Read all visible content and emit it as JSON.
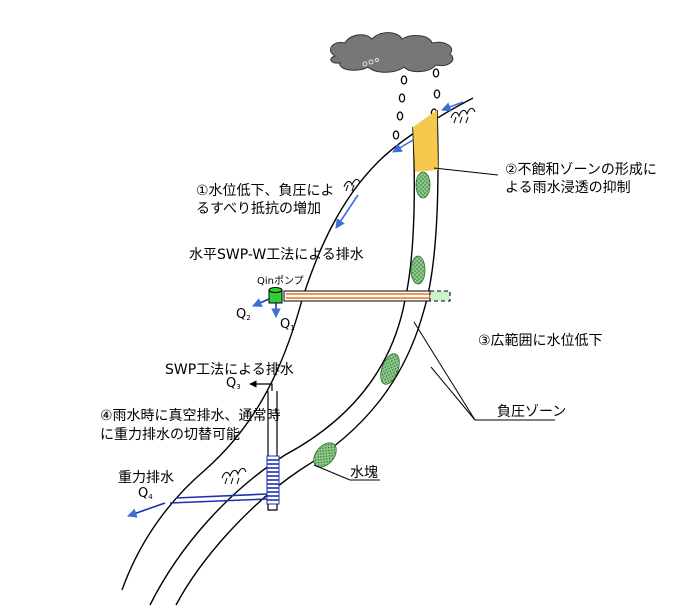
{
  "annotations": {
    "unsaturated_zone": [
      "②不飽和ゾーンの形成に",
      "よる雨水浸透の抑制"
    ],
    "slip_resistance": [
      "①水位低下、負圧によ",
      "るすべり抵抗の増加"
    ],
    "horizontal_swp": "水平SWP-W工法による排水",
    "pump": "Qinポンプ",
    "wide_drawdown": "③広範囲に水位低下",
    "swp_drain": "SWP工法による排水",
    "switching": [
      "④雨水時に真空排水、通常時",
      "に重力排水の切替可能"
    ],
    "gravity_drain": "重力排水",
    "negative_zone": "負圧ゾーン",
    "water_mass": "水塊"
  },
  "flows": {
    "q1": {
      "letter": "Q",
      "sub": "1"
    },
    "q2": {
      "letter": "Q",
      "sub": "2"
    },
    "q3": {
      "letter": "Q",
      "sub": "3"
    },
    "q4": {
      "letter": "Q",
      "sub": "4"
    }
  },
  "colors": {
    "line": "#000000",
    "arrow_blue": "#3b6fd8",
    "dark_blue": "#1f2fb0",
    "pump_green": "#33cc33",
    "pipe_orange": "#e8771a",
    "pipe_green_end": "#ccf2cc",
    "unsaturated_fill": "#f5c94e",
    "water_mass_fill": "#8bc98b",
    "cloud_fill": "#777777"
  },
  "icons": {
    "cloud": "cloud-icon",
    "raindrop": "raindrop-icon",
    "grass": "grass-tuft-icon",
    "pump": "pump-icon",
    "screen": "screen-icon"
  }
}
